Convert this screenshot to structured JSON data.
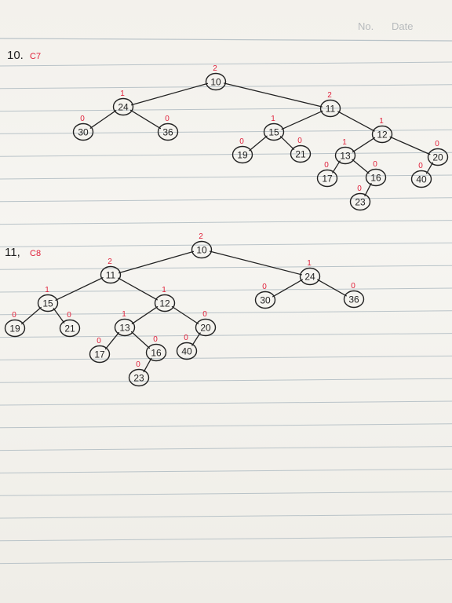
{
  "header": {
    "no_label": "No.",
    "date_label": "Date"
  },
  "colors": {
    "ink": "#222222",
    "balance": "#e0203a",
    "rule": "#b9c3c8"
  },
  "problems": [
    {
      "number": "10.",
      "case": "C7",
      "nodes": [
        {
          "id": "p1n10",
          "key": "10",
          "bal": "2"
        },
        {
          "id": "p1n24",
          "key": "24",
          "bal": "1"
        },
        {
          "id": "p1n30",
          "key": "30",
          "bal": "0"
        },
        {
          "id": "p1n36",
          "key": "36",
          "bal": "0"
        },
        {
          "id": "p1n11",
          "key": "11",
          "bal": "2"
        },
        {
          "id": "p1n15",
          "key": "15",
          "bal": "1"
        },
        {
          "id": "p1n19",
          "key": "19",
          "bal": "0"
        },
        {
          "id": "p1n21",
          "key": "21",
          "bal": "0"
        },
        {
          "id": "p1n12",
          "key": "12",
          "bal": "1"
        },
        {
          "id": "p1n13",
          "key": "13",
          "bal": "1"
        },
        {
          "id": "p1n17",
          "key": "17",
          "bal": "0"
        },
        {
          "id": "p1n16",
          "key": "16",
          "bal": "0"
        },
        {
          "id": "p1n23",
          "key": "23",
          "bal": "0"
        },
        {
          "id": "p1n20",
          "key": "20",
          "bal": "0"
        },
        {
          "id": "p1n40",
          "key": "40",
          "bal": "0"
        }
      ],
      "edges": [
        [
          "p1n10",
          "p1n24"
        ],
        [
          "p1n10",
          "p1n11"
        ],
        [
          "p1n24",
          "p1n30"
        ],
        [
          "p1n24",
          "p1n36"
        ],
        [
          "p1n11",
          "p1n15"
        ],
        [
          "p1n11",
          "p1n12"
        ],
        [
          "p1n15",
          "p1n19"
        ],
        [
          "p1n15",
          "p1n21"
        ],
        [
          "p1n12",
          "p1n13"
        ],
        [
          "p1n12",
          "p1n20"
        ],
        [
          "p1n13",
          "p1n17"
        ],
        [
          "p1n13",
          "p1n16"
        ],
        [
          "p1n16",
          "p1n23"
        ],
        [
          "p1n20",
          "p1n40"
        ]
      ]
    },
    {
      "number": "11,",
      "case": "C8",
      "nodes": [
        {
          "id": "p2n10",
          "key": "10",
          "bal": "2"
        },
        {
          "id": "p2n11",
          "key": "11",
          "bal": "2"
        },
        {
          "id": "p2n24",
          "key": "24",
          "bal": "1"
        },
        {
          "id": "p2n30",
          "key": "30",
          "bal": "0"
        },
        {
          "id": "p2n36",
          "key": "36",
          "bal": "0"
        },
        {
          "id": "p2n15",
          "key": "15",
          "bal": "1"
        },
        {
          "id": "p2n19",
          "key": "19",
          "bal": "0"
        },
        {
          "id": "p2n21",
          "key": "21",
          "bal": "0"
        },
        {
          "id": "p2n12",
          "key": "12",
          "bal": "1"
        },
        {
          "id": "p2n13",
          "key": "13",
          "bal": "1"
        },
        {
          "id": "p2n17",
          "key": "17",
          "bal": "0"
        },
        {
          "id": "p2n16",
          "key": "16",
          "bal": "0"
        },
        {
          "id": "p2n23",
          "key": "23",
          "bal": "0"
        },
        {
          "id": "p2n20",
          "key": "20",
          "bal": "0"
        },
        {
          "id": "p2n40",
          "key": "40",
          "bal": "0"
        }
      ],
      "edges": [
        [
          "p2n10",
          "p2n11"
        ],
        [
          "p2n10",
          "p2n24"
        ],
        [
          "p2n24",
          "p2n30"
        ],
        [
          "p2n24",
          "p2n36"
        ],
        [
          "p2n11",
          "p2n15"
        ],
        [
          "p2n11",
          "p2n12"
        ],
        [
          "p2n15",
          "p2n19"
        ],
        [
          "p2n15",
          "p2n21"
        ],
        [
          "p2n12",
          "p2n13"
        ],
        [
          "p2n12",
          "p2n20"
        ],
        [
          "p2n13",
          "p2n17"
        ],
        [
          "p2n13",
          "p2n16"
        ],
        [
          "p2n16",
          "p2n23"
        ],
        [
          "p2n20",
          "p2n40"
        ]
      ]
    }
  ]
}
